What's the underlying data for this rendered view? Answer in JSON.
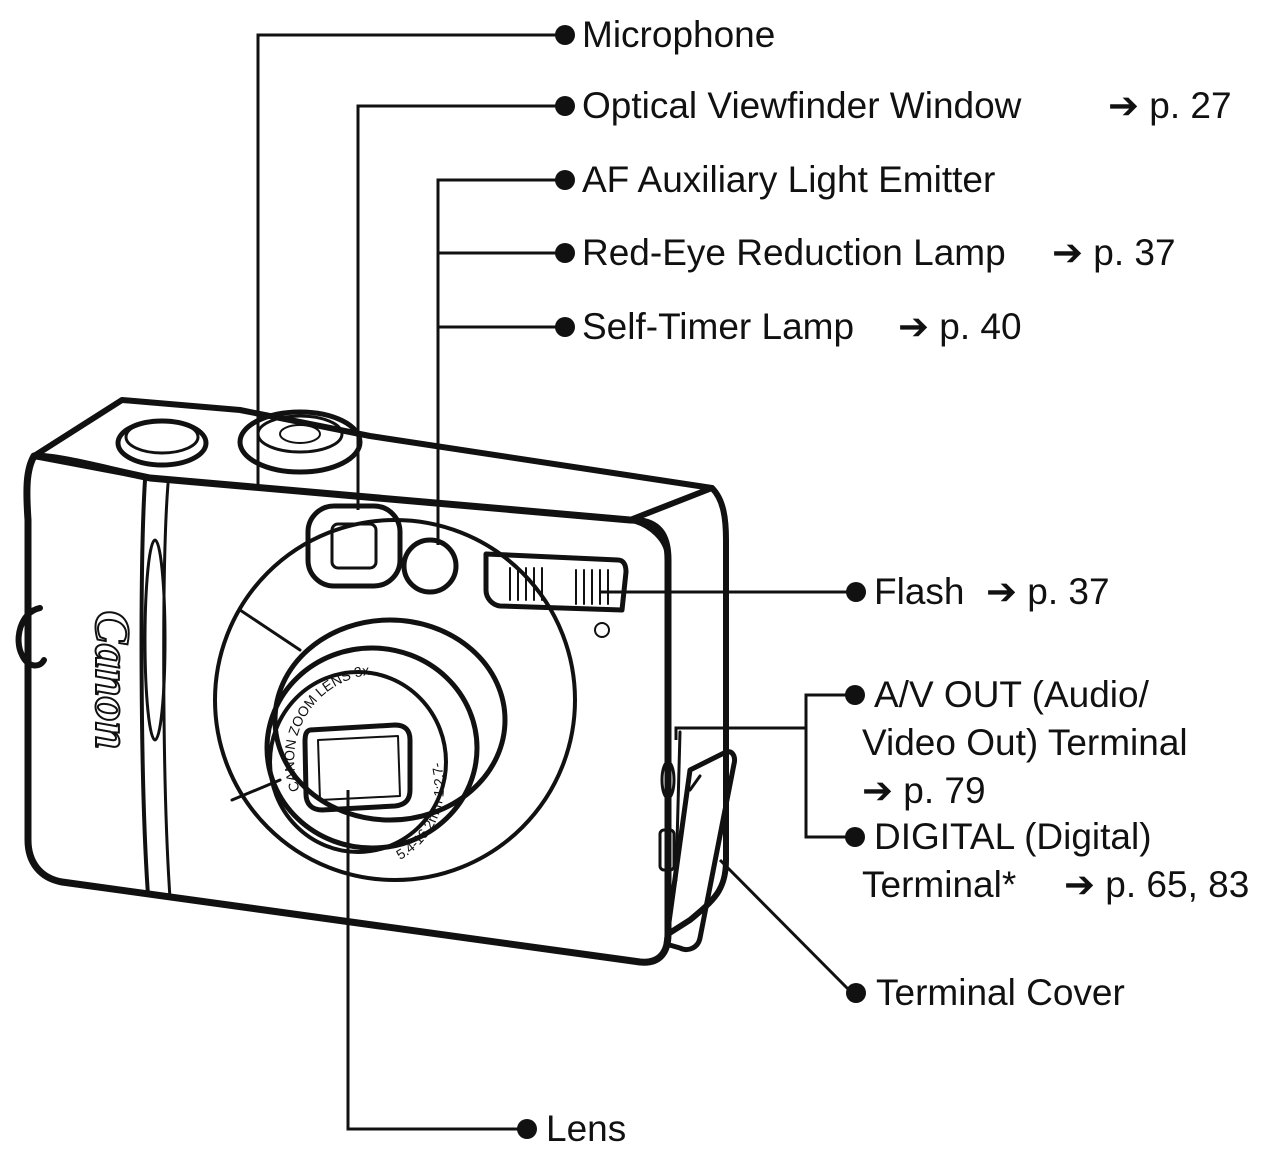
{
  "brand": "Canon",
  "lens_text": {
    "ring_upper": "CANON ZOOM LENS 3x",
    "ring_lower": "5.4-16.2mm 1:2.7-4.7"
  },
  "labels": {
    "microphone": {
      "name": "Microphone",
      "ref": ""
    },
    "viewfinder": {
      "name": "Optical Viewfinder Window",
      "ref": "➔ p. 27"
    },
    "af_light": {
      "name": "AF Auxiliary Light Emitter",
      "ref": ""
    },
    "red_eye": {
      "name": "Red-Eye Reduction Lamp",
      "ref": "➔ p. 37"
    },
    "self_timer": {
      "name": "Self-Timer Lamp",
      "ref": "➔ p. 40"
    },
    "flash": {
      "name": "Flash",
      "ref": "➔ p. 37"
    },
    "av_out": {
      "line1": "A/V OUT (Audio/",
      "line2": "Video Out) Terminal",
      "ref": "➔ p. 79"
    },
    "digital": {
      "line1": "DIGITAL (Digital)",
      "line2": "Terminal*",
      "ref": "➔ p. 65, 83"
    },
    "terminal_cover": {
      "name": "Terminal Cover",
      "ref": ""
    },
    "lens": {
      "name": "Lens",
      "ref": ""
    }
  }
}
